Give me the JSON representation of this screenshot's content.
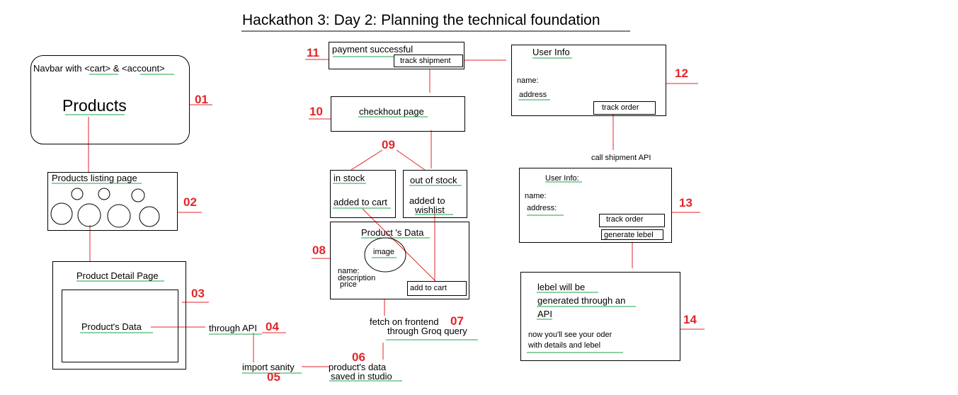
{
  "title": "Hackathon 3: Day 2:   Planning the technical foundation",
  "colors": {
    "connector": "#e0262b",
    "number": "#e0262b",
    "underline": "#1ca34a"
  },
  "nodes": {
    "navbar": {
      "text": "Navbar with <cart> & <account>",
      "heading": "Products",
      "number": "01"
    },
    "listing": {
      "text": "Products listing page",
      "number": "02"
    },
    "detail": {
      "text": "Product Detail Page",
      "inner": "Product's Data",
      "number": "03"
    },
    "api": {
      "text": "through API",
      "number": "04"
    },
    "import_sanity": {
      "text": "import sanity",
      "number": "05"
    },
    "studio": {
      "line1": "product's data",
      "line2": "saved in studio",
      "number": "06"
    },
    "fetch": {
      "line1": "fetch on frontend",
      "line2": "through Groq query",
      "number": "07"
    },
    "product_data": {
      "title": "Product 's Data",
      "image": "image",
      "fields": [
        "name:",
        "description",
        "price"
      ],
      "button": "add to cart",
      "number": "08"
    },
    "stock": {
      "number": "09",
      "in_stock": "in stock",
      "in_stock_action": "added to cart",
      "out_of_stock": "out of stock",
      "out_action_1": "added to",
      "out_action_2": "wishlist"
    },
    "checkout": {
      "text": "checkhout page",
      "number": "10"
    },
    "payment": {
      "text": "payment successful",
      "button": "track shipment",
      "number": "11"
    },
    "user_info": {
      "title": "User Info",
      "name_label": "name:",
      "address_label": "address",
      "button": "track order",
      "number": "12"
    },
    "shipment_api": {
      "text": "call shipment API"
    },
    "user_info_2": {
      "title": "User Info:",
      "name_label": "name:",
      "address_label": "address:",
      "button_1": "track order",
      "button_2": "generate lebel",
      "number": "13"
    },
    "label": {
      "line1": "lebel will be",
      "line2": "generated through an",
      "line3": "API",
      "line4": "now you'll see your oder",
      "line5": "with details and lebel",
      "number": "14"
    }
  }
}
